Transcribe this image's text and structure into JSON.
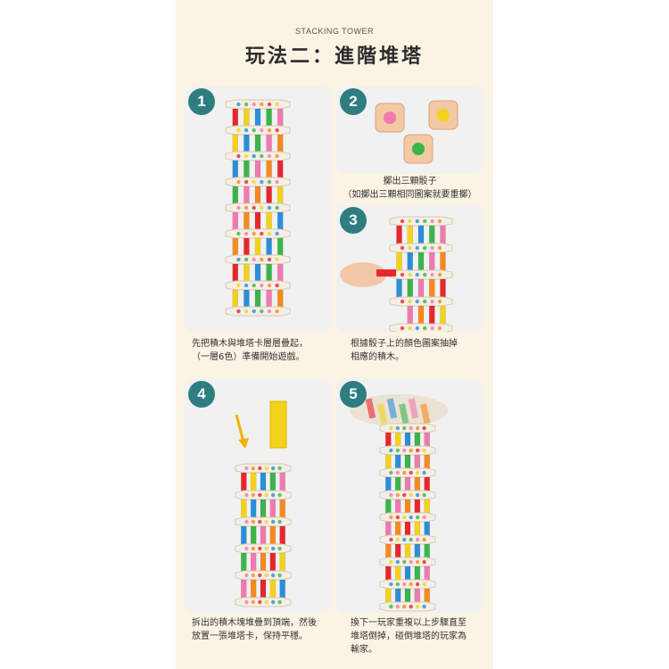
{
  "header": {
    "subtitle": "STACKING TOWER",
    "title": "玩法二：進階堆塔"
  },
  "steps": [
    {
      "number": "1",
      "caption": "先把積木與堆塔卡層層疊起，\n（一層6色）準備開始遊戲。"
    },
    {
      "number": "2",
      "caption": "擲出三顆骰子\n（如擲出三顆相同圖案就要重擲）"
    },
    {
      "number": "3",
      "caption": "根據骰子上的顏色圖案抽掉\n相應的積木。"
    },
    {
      "number": "4",
      "caption": "拆出的積木塊堆疊到頂端，然後\n放置一張堆塔卡，保持平穩。"
    },
    {
      "number": "5",
      "caption": "換下一玩家重複以上步驟直至\n堆塔倒掉，碰倒堆塔的玩家為\n輸家。"
    }
  ],
  "colors": {
    "background": "#fbf3e4",
    "card": "#f1f1f1",
    "badge": "#2f7d80",
    "blocks": [
      "#e8262e",
      "#f5d21a",
      "#2a8fd8",
      "#3bb54a",
      "#f07ab0",
      "#f58a1f"
    ]
  }
}
